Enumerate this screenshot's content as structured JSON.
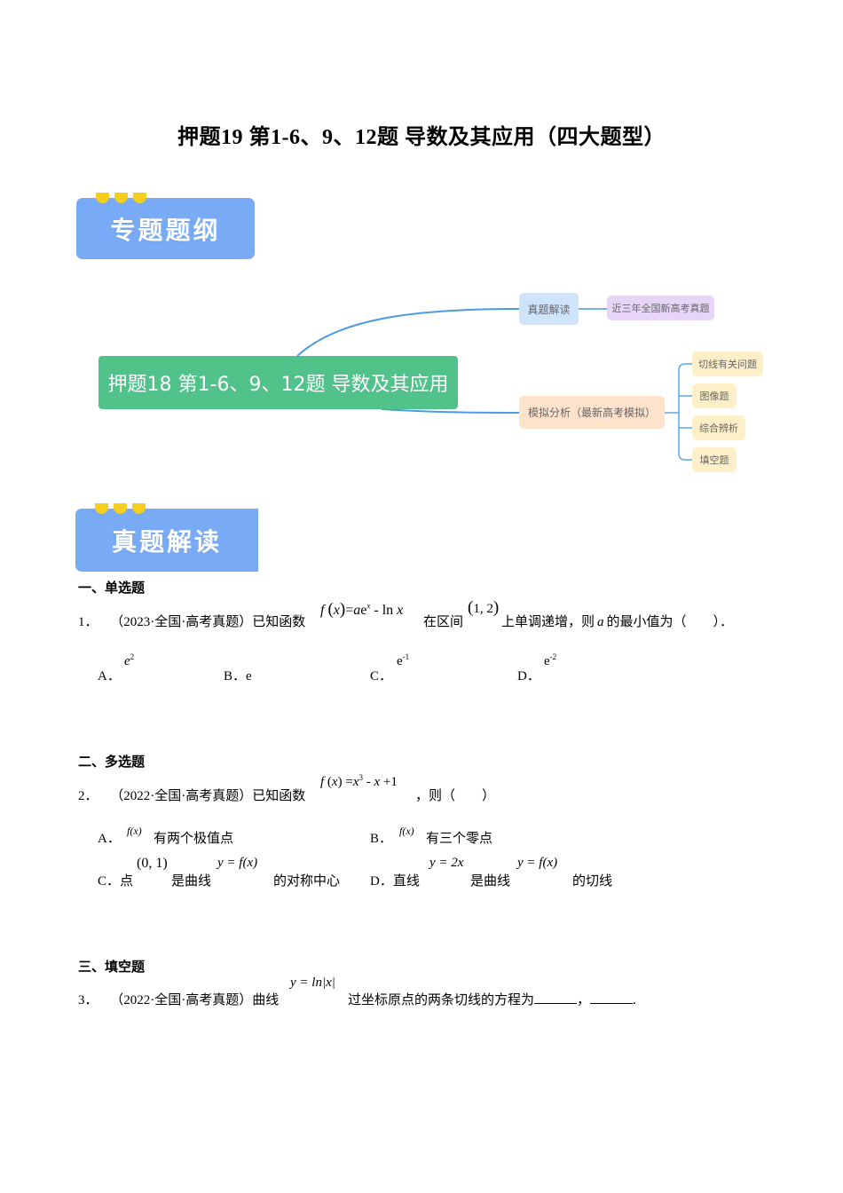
{
  "document": {
    "title": "押题19 第1-6、9、12题  导数及其应用（四大题型）"
  },
  "banners": {
    "outline": "专题题纲",
    "real_exam": "真题解读"
  },
  "mindmap": {
    "root": "押题18 第1-6、9、12题 导数及其应用",
    "branch_1": "真题解读",
    "branch_1_child": "近三年全国新高考真题",
    "branch_2": "模拟分析（最新高考模拟）",
    "branch_2_children": [
      "切线有关问题",
      "图像题",
      "综合辨析",
      "填空题"
    ],
    "colors": {
      "root": "#52c28b",
      "branch_1": "#cfe3fb",
      "branch_1_child": "#e7d5f7",
      "branch_2": "#fde2cc",
      "branch_2_children": "#fdefc8",
      "connector": "#4a9be0"
    }
  },
  "sections": [
    {
      "heading": "一、单选题",
      "questions": [
        {
          "number": "1．",
          "source": "（2023·全国·高考真题）",
          "text_before": "已知函数",
          "formula": "f(x)=ae^x - ln x",
          "text_mid": "在区间",
          "interval": "(1,2)",
          "text_after": "上单调递增，则",
          "var": "a",
          "text_end": "的最小值为（　　）．",
          "options": [
            {
              "label": "A．",
              "value": "e^2"
            },
            {
              "label": "B．",
              "value": "e"
            },
            {
              "label": "C．",
              "value": "e^-1"
            },
            {
              "label": "D．",
              "value": "e^-2"
            }
          ]
        }
      ]
    },
    {
      "heading": "二、多选题",
      "questions": [
        {
          "number": "2．",
          "source": "（2022·全国·高考真题）",
          "text_before": "已知函数",
          "formula": "f(x) = x^3 - x + 1",
          "text_after": "，则（　　）",
          "options": [
            {
              "label": "A．",
              "math": "f(x)",
              "text": "有两个极值点"
            },
            {
              "label": "B．",
              "math": "f(x)",
              "text": "有三个零点"
            },
            {
              "label": "C．",
              "pre": "点",
              "math": "(0, 1)",
              "mid": "是曲线",
              "math2": "y = f(x)",
              "text": "的对称中心"
            },
            {
              "label": "D．",
              "pre": "直线",
              "math": "y = 2x",
              "mid": "是曲线",
              "math2": "y = f(x)",
              "text": "的切线"
            }
          ]
        }
      ]
    },
    {
      "heading": "三、填空题",
      "questions": [
        {
          "number": "3．",
          "source": "（2022·全国·高考真题）",
          "text_before": "曲线",
          "formula": "y = ln|x|",
          "text_after": "过坐标原点的两条切线的方程为",
          "sep": "，",
          "end": "."
        }
      ]
    }
  ]
}
